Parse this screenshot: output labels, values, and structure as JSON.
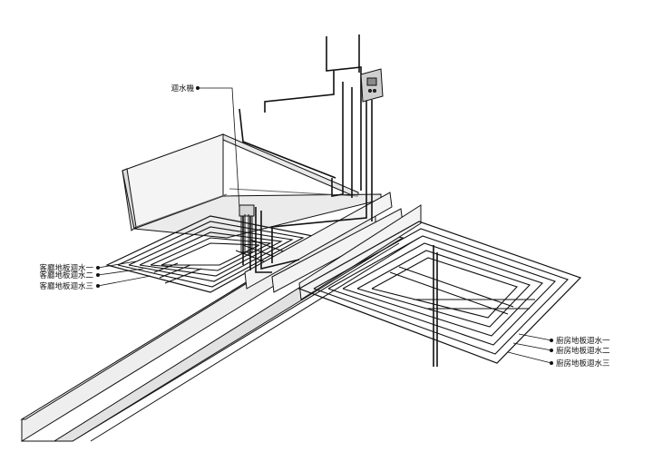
{
  "labels": {
    "pump": "迴水機",
    "living": [
      "客廳地板迴水一",
      "客廳地板迴水二",
      "客廳地板迴水三"
    ],
    "kitchen": [
      "廚房地板迴水一",
      "廚房地板迴水二",
      "廚房地板迴水三"
    ]
  },
  "colors": {
    "line": "#111111",
    "wall_fill": "#f1f1f1",
    "wall_shadow": "#d9d9d9",
    "floor": "#ebebeb"
  }
}
